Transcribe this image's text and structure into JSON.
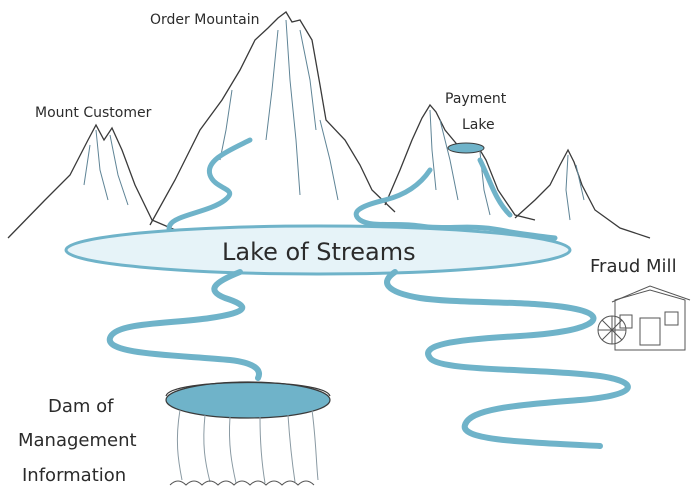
{
  "labels": {
    "order_mountain": "Order Mountain",
    "mount_customer": "Mount Customer",
    "payment_lake_line1": "Payment",
    "payment_lake_line2": "Lake",
    "lake_of_streams": "Lake of Streams",
    "fraud_mill": "Fraud Mill",
    "dam_line1": "Dam of",
    "dam_line2": "Management",
    "dam_line3": "Information"
  },
  "colors": {
    "water": "#6fb3c9",
    "water_fill": "#e6f3f8",
    "ink": "#2b2b2b",
    "mountain_shade": "#5f8496"
  }
}
